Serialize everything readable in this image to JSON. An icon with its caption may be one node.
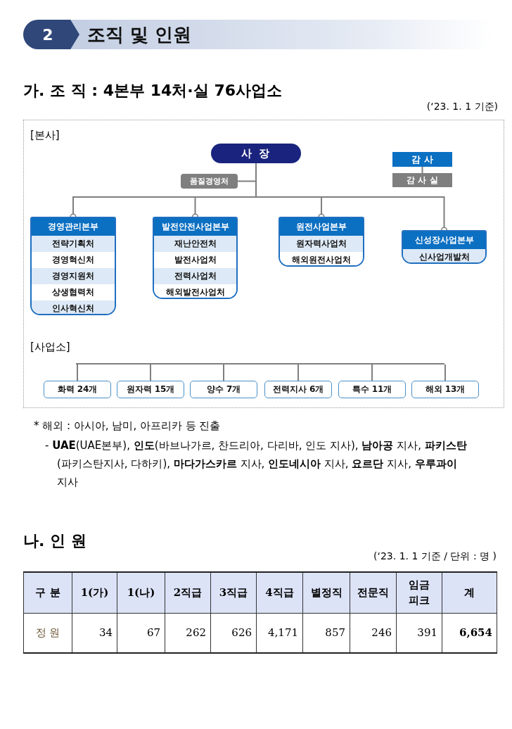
{
  "diagram": {
    "title": "조직 및 인원",
    "nodes": [
      {
        "text": [
          "사 장"
        ]
      },
      {
        "text": [
          "품질경영처"
        ]
      },
      {
        "text": [
          "감 사"
        ]
      },
      {
        "text": [
          "감 사 실"
        ]
      },
      {
        "text": [
          "경영관리본부"
        ]
      },
      {
        "text": [
          "전략기획처"
        ],
        "in": 4
      },
      {
        "text": [
          "경영혁신처"
        ],
        "in": 4
      },
      {
        "text": [
          "경영지원처"
        ],
        "in": 4
      },
      {
        "text": [
          "상생협력처"
        ],
        "in": 4
      },
      {
        "text": [
          "인사혁신처"
        ],
        "in": 4
      },
      {
        "text": [
          "발전안전사업본부"
        ]
      },
      {
        "text": [
          "재난안전처"
        ],
        "in": 10
      },
      {
        "text": [
          "발전사업처"
        ],
        "in": 10
      },
      {
        "text": [
          "전력사업처"
        ],
        "in": 10
      },
      {
        "text": [
          "해외발전사업처"
        ],
        "in": 10
      },
      {
        "text": [
          "원전사업본부"
        ]
      },
      {
        "text": [
          "원자력사업처"
        ],
        "in": 15
      },
      {
        "text": [
          "해외원전사업처"
        ],
        "in": 15
      },
      {
        "text": [
          "신성장사업본부"
        ]
      },
      {
        "text": [
          "신사업개발처"
        ],
        "in": 18
      },
      {
        "text": [
          "화력 24개"
        ]
      },
      {
        "text": [
          "원자력 15개"
        ]
      },
      {
        "text": [
          "양수 7개"
        ]
      },
      {
        "text": [
          "전력지사 6개"
        ]
      },
      {
        "text": [
          "특수 11개"
        ]
      },
      {
        "text": [
          "해외 13개"
        ]
      },
      {
        "text": [],
        "shape": "bar"
      }
    ],
    "edges": [
      {
        "from": 0,
        "to": 1,
        "arrow": "none"
      },
      {
        "from": 2,
        "to": 3,
        "arrow": "none"
      },
      {
        "from": 0,
        "to": 4,
        "arrow": "other"
      },
      {
        "from": 0,
        "to": 10,
        "arrow": "other"
      },
      {
        "from": 0,
        "to": 15,
        "arrow": "other"
      },
      {
        "from": 0,
        "to": 18,
        "arrow": "other"
      },
      {
        "from": 26,
        "to": 20,
        "arrow": "none"
      },
      {
        "from": 26,
        "to": 21,
        "arrow": "none"
      },
      {
        "from": 26,
        "to": 22,
        "arrow": "none"
      },
      {
        "from": 26,
        "to": 23,
        "arrow": "none"
      },
      {
        "from": 26,
        "to": 24,
        "arrow": "none"
      },
      {
        "from": 26,
        "to": 25,
        "arrow": "none"
      }
    ],
    "labels": [
      "2",
      "가. 조 직 : 4본부 14처·실 76사업소",
      "(‘23. 1. 1 기준)",
      "[본사]",
      "[사업소]",
      "* 해외 : 아시아, 남미, 아프리카 등 진출",
      "- **UAE**(UAE본부), **인도**(바브나가르, 찬드리아, 다리바, 인도 지사), **남아공** 지사, **파키스탄**(파키스탄지사, 다하키), **마다가스카르** 지사, **인도네시아** 지사, **요르단** 지사, **우루과이** 지사",
      "나. 인 원",
      "(‘23. 1. 1 기준 / 단위 : 명 )",
      "구 분",
      "1(가)",
      "1(나)",
      "2직급",
      "3직급",
      "4직급",
      "별정직",
      "전문직",
      "임금 피크",
      "계",
      "정 원",
      "34",
      "67",
      "262",
      "626",
      "4,171",
      "857",
      "246",
      "391",
      "6,654"
    ]
  }
}
